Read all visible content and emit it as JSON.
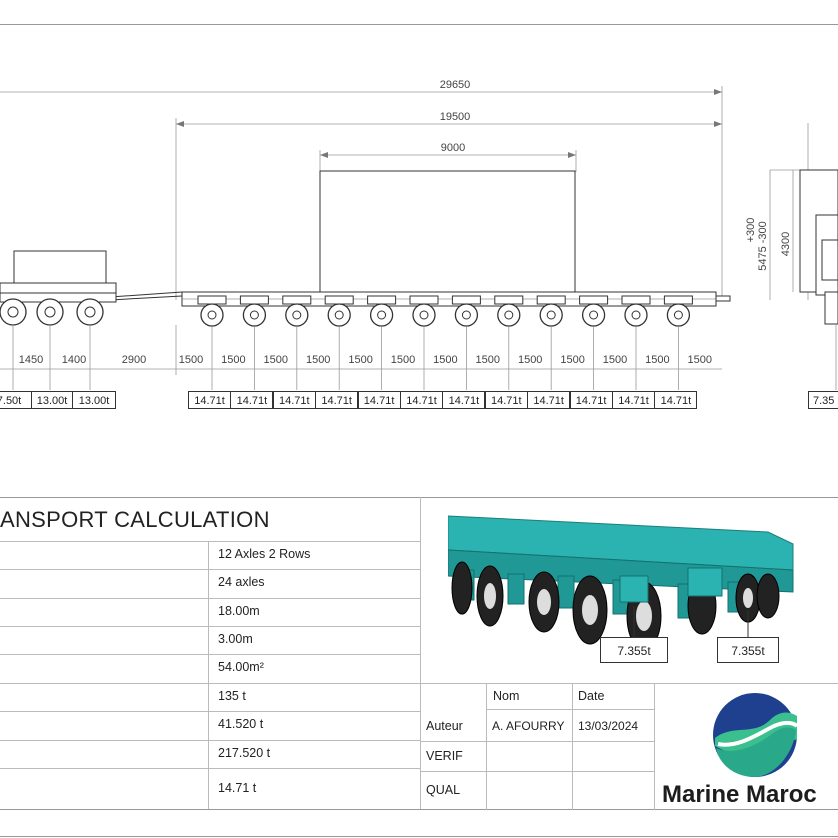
{
  "dimensions": {
    "overall": "29650",
    "trailer_length": "19500",
    "load_length": "9000",
    "tractor_spacings": [
      "1450",
      "1400",
      "2900"
    ],
    "trailer_spacings": [
      "1500",
      "1500",
      "1500",
      "1500",
      "1500",
      "1500",
      "1500",
      "1500",
      "1500",
      "1500",
      "1500",
      "1500",
      "1500"
    ],
    "side_height_1": "+300",
    "side_height_2": "5475 -300",
    "side_height_3": "4300"
  },
  "tractor_loads": [
    "7.50t",
    "13.00t",
    "13.00t"
  ],
  "trailer_loads": [
    "14.71t",
    "14.71t",
    "14.71t",
    "14.71t",
    "14.71t",
    "14.71t",
    "14.71t",
    "14.71t",
    "14.71t",
    "14.71t",
    "14.71t",
    "14.71t"
  ],
  "side_load": "7.35",
  "calc": {
    "title": "ANSPORT CALCULATION",
    "values": [
      "12 Axles 2 Rows",
      "24 axles",
      "18.00m",
      "3.00m",
      "54.00m²",
      "135 t",
      "41.520 t",
      "217.520 t",
      "14.71 t"
    ]
  },
  "detail_loads": [
    "7.355t",
    "7.355t"
  ],
  "title_block": {
    "nom_header": "Nom",
    "date_header": "Date",
    "auteur_label": "Auteur",
    "auteur_name": "A. AFOURRY",
    "auteur_date": "13/03/2024",
    "verif_label": "VERIF",
    "qual_label": "QUAL"
  },
  "logo": {
    "company": "Marine Maroc"
  },
  "colors": {
    "modules": "#2bb3b1",
    "logo_blue": "#1f3f8f",
    "logo_green": "#3bbf8f"
  }
}
